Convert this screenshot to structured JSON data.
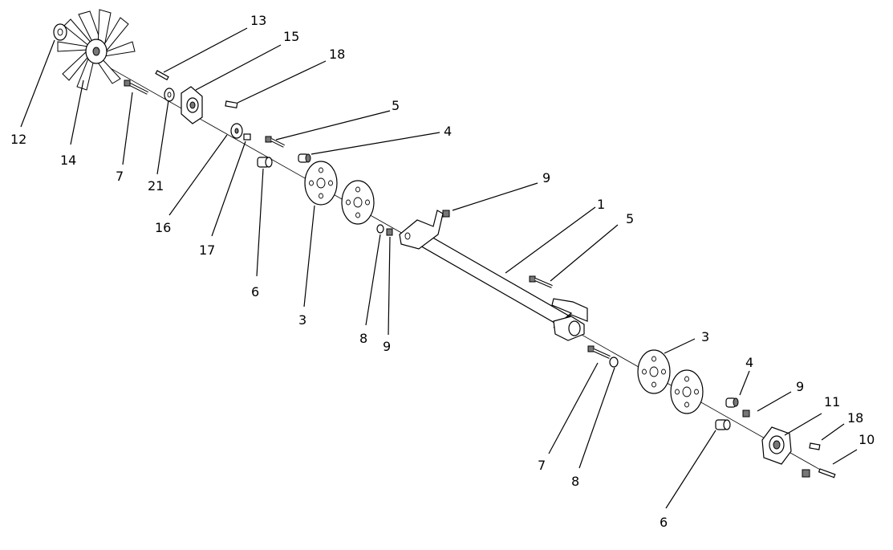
{
  "callouts": [
    {
      "id": "c1",
      "label": "1"
    },
    {
      "id": "c3a",
      "label": "3"
    },
    {
      "id": "c3b",
      "label": "3"
    },
    {
      "id": "c4a",
      "label": "4"
    },
    {
      "id": "c4b",
      "label": "4"
    },
    {
      "id": "c5a",
      "label": "5"
    },
    {
      "id": "c5b",
      "label": "5"
    },
    {
      "id": "c6a",
      "label": "6"
    },
    {
      "id": "c6b",
      "label": "6"
    },
    {
      "id": "c7a",
      "label": "7"
    },
    {
      "id": "c7b",
      "label": "7"
    },
    {
      "id": "c8a",
      "label": "8"
    },
    {
      "id": "c8b",
      "label": "8"
    },
    {
      "id": "c9a",
      "label": "9"
    },
    {
      "id": "c9b",
      "label": "9"
    },
    {
      "id": "c9c",
      "label": "9"
    },
    {
      "id": "c10",
      "label": "10"
    },
    {
      "id": "c11",
      "label": "11"
    },
    {
      "id": "c12",
      "label": "12"
    },
    {
      "id": "c13",
      "label": "13"
    },
    {
      "id": "c14",
      "label": "14"
    },
    {
      "id": "c15",
      "label": "15"
    },
    {
      "id": "c16",
      "label": "16"
    },
    {
      "id": "c17",
      "label": "17"
    },
    {
      "id": "c18a",
      "label": "18"
    },
    {
      "id": "c18b",
      "label": "18"
    },
    {
      "id": "c21",
      "label": "21"
    }
  ]
}
